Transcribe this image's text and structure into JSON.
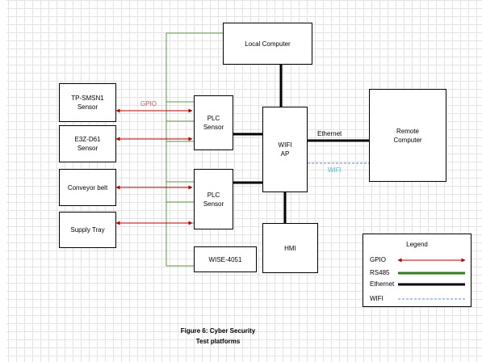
{
  "diagram": {
    "nodes": {
      "local_computer": "Local Computer",
      "tp_smsn1_sensor": "TP-SMSN1\nSensor",
      "e3z_d61_sensor": "E3Z-D61\nSensor",
      "conveyor_belt": "Conveyor belt",
      "supply_tray": "Supply Tray",
      "plc_sensor_top": "PLC\nSensor",
      "plc_sensor_bottom": "PLC\nSensor",
      "wifi_ap": "WIFI\nAP",
      "remote_computer": "Remote\nComputer",
      "hmi": "HMI",
      "wise_4051": "WISE-4051"
    },
    "edge_labels": {
      "gpio": "GPIO",
      "ethernet": "Ethernet",
      "wifi": "WIFI"
    },
    "colors": {
      "gpio": "#b30000",
      "rs485": "#2e7d1a",
      "ethernet": "#000000",
      "wifi": "#5b8fd6",
      "gpio_label": "#e05050",
      "wifi_label": "#4fb8e0",
      "rs485_bus": "#5a9e3a"
    }
  },
  "legend": {
    "title": "Legend",
    "items": [
      {
        "label": "GPIO",
        "style": "red-double-arrow"
      },
      {
        "label": "RS485",
        "style": "green-thick"
      },
      {
        "label": "Ethernet",
        "style": "black-thick"
      },
      {
        "label": "WIFI",
        "style": "blue-dashed"
      }
    ]
  },
  "caption": {
    "line1": "Figure 6: Cyber Security",
    "line2": "Test platforms"
  }
}
